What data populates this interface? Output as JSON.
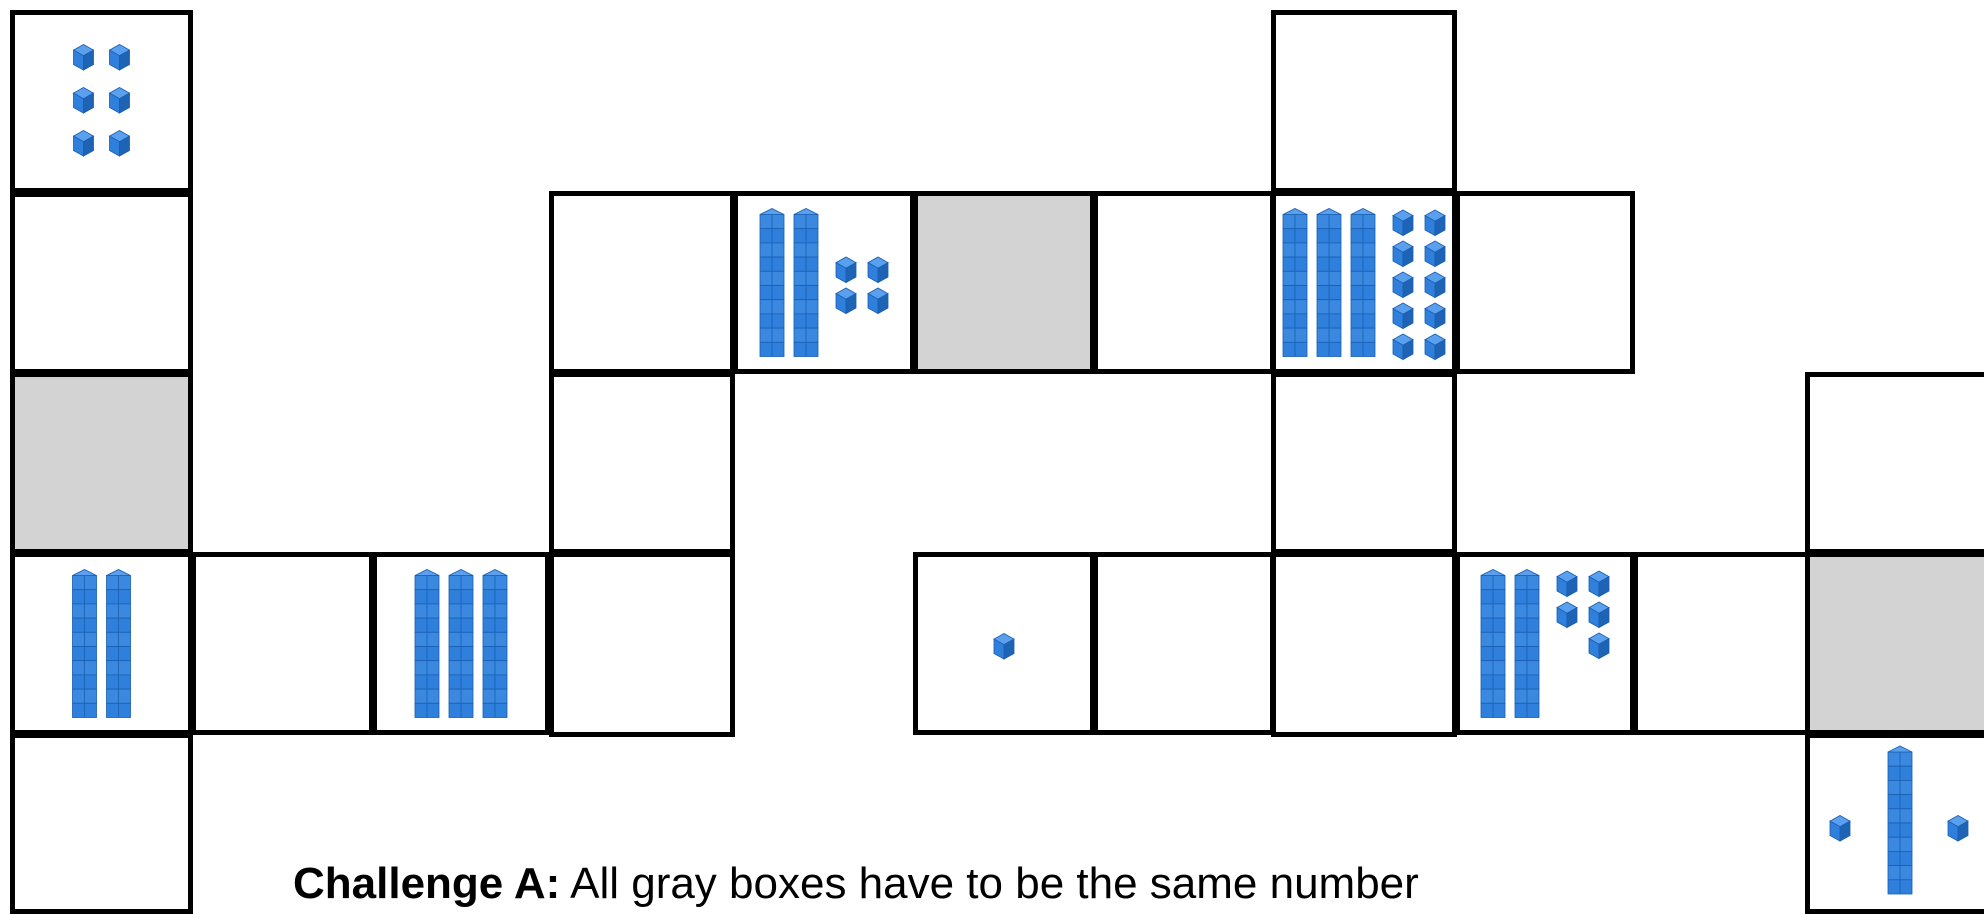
{
  "caption": {
    "label": "Challenge A:",
    "text": " All gray boxes have to be the same number"
  },
  "colors": {
    "block": "#2f7fdc",
    "block_dark": "#1f63b5",
    "gray_box": "#d3d3d3",
    "border": "#000000"
  },
  "icon": "base-ten-block-icon",
  "cells": [
    {
      "id": "a1",
      "gray": false,
      "tens": 0,
      "ones": 6
    },
    {
      "id": "a2",
      "gray": false,
      "tens": 0,
      "ones": 0
    },
    {
      "id": "a3",
      "gray": true,
      "tens": 0,
      "ones": 0
    },
    {
      "id": "a4",
      "gray": false,
      "tens": 2,
      "ones": 0
    },
    {
      "id": "a5",
      "gray": false,
      "tens": 0,
      "ones": 0
    },
    {
      "id": "b4",
      "gray": false,
      "tens": 0,
      "ones": 0
    },
    {
      "id": "c4",
      "gray": false,
      "tens": 3,
      "ones": 0
    },
    {
      "id": "d4",
      "gray": false,
      "tens": 0,
      "ones": 0
    },
    {
      "id": "d2",
      "gray": false,
      "tens": 0,
      "ones": 0
    },
    {
      "id": "d3",
      "gray": false,
      "tens": 0,
      "ones": 0
    },
    {
      "id": "e2",
      "gray": false,
      "tens": 2,
      "ones": 4
    },
    {
      "id": "f2",
      "gray": true,
      "tens": 0,
      "ones": 0
    },
    {
      "id": "g2",
      "gray": false,
      "tens": 0,
      "ones": 0
    },
    {
      "id": "h1",
      "gray": false,
      "tens": 0,
      "ones": 0
    },
    {
      "id": "h2",
      "gray": false,
      "tens": 3,
      "ones": 10
    },
    {
      "id": "i2",
      "gray": false,
      "tens": 0,
      "ones": 0
    },
    {
      "id": "h3",
      "gray": false,
      "tens": 0,
      "ones": 0
    },
    {
      "id": "f4",
      "gray": false,
      "tens": 0,
      "ones": 1
    },
    {
      "id": "g4",
      "gray": false,
      "tens": 0,
      "ones": 0
    },
    {
      "id": "h4",
      "gray": false,
      "tens": 0,
      "ones": 0
    },
    {
      "id": "i4",
      "gray": false,
      "tens": 2,
      "ones": 5
    },
    {
      "id": "j4",
      "gray": false,
      "tens": 0,
      "ones": 0
    },
    {
      "id": "k3",
      "gray": false,
      "tens": 0,
      "ones": 0
    },
    {
      "id": "k4",
      "gray": true,
      "tens": 0,
      "ones": 0
    },
    {
      "id": "k5",
      "gray": false,
      "tens": 1,
      "ones": 2
    }
  ]
}
